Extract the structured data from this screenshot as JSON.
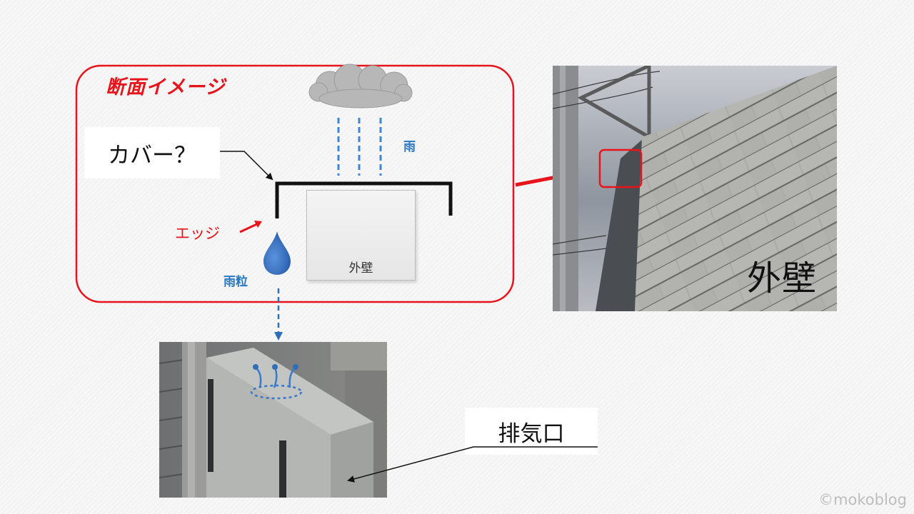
{
  "diagram": {
    "section_title": "断面イメージ",
    "cover_label": "カバー？",
    "rain_label": "雨",
    "edge_label": "エッジ",
    "raindrop_label": "雨粒",
    "wall_box_label": "外壁",
    "photo_wall_label": "外壁",
    "vent_label": "排気口",
    "credit": "©mokoblog"
  },
  "colors": {
    "accent_red": "#e8141b",
    "rain_blue": "#2a78c6",
    "cloud_gray": "#b7b7b7"
  },
  "icons": [
    "cloud-icon",
    "raindrop-icon",
    "steam-icon"
  ]
}
